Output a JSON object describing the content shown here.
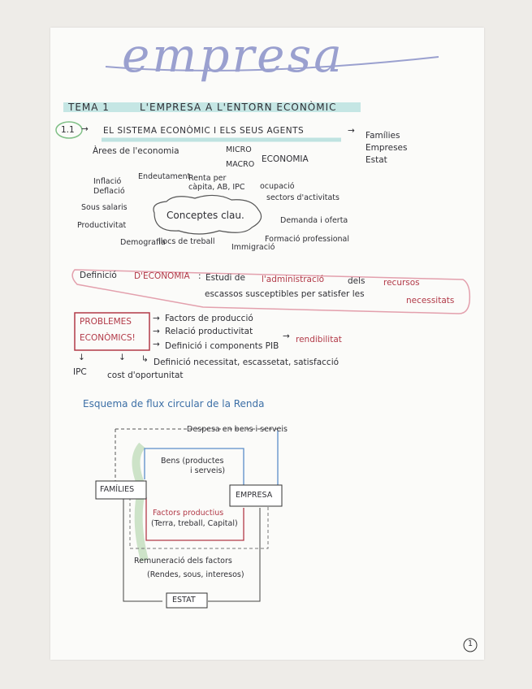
{
  "title": "empresa",
  "heading": {
    "tema": "TEMA 1",
    "text": "L'EMPRESA A L'ENTORN ECONÒMIC"
  },
  "section": {
    "num": "1.1",
    "text": "EL SISTEMA ECONÒMIC I ELS SEUS AGENTS",
    "agents": [
      "Famílies",
      "Empreses",
      "Estat"
    ]
  },
  "areas": {
    "label": "Àrees de l'economia",
    "micro": "MICRO",
    "macro": "MACRO",
    "economia": "ECONOMIA"
  },
  "concepts": {
    "center": "Conceptes clau.",
    "items": [
      "Inflació",
      "Deflació",
      "Endeutament",
      "Renta per càpita, AB, IPC",
      "ocupació",
      "sectors d'activitats",
      "Sous salaris",
      "Demanda i oferta",
      "Productivitat",
      "Formació professional",
      "Demografia",
      "llocs de treball",
      "Immigració"
    ]
  },
  "definition": {
    "label": "Definició",
    "term": "D'ECONOMIA",
    "colon": ":",
    "text_1": "Estudi de",
    "administracio": "l'administració",
    "text_2": "dels",
    "recursos": "recursos",
    "text_3": "escassos susceptibles per satisfer les",
    "necessitats": "necessitats"
  },
  "problems": {
    "label_line1": "PROBLEMES",
    "label_line2": "ECONÒMICS!",
    "items": [
      "Factors de producció",
      "Relació productivitat",
      "Definició i components PIB",
      "Definició necessitat, escassetat, satisfacció"
    ],
    "rendibilitat": "rendibilitat",
    "ipc": "IPC",
    "cost": "cost d'oportunitat"
  },
  "esquema": {
    "title": "Esquema de flux circular de la Renda",
    "despesa": "Despesa en bens i serveis",
    "bens_line1": "Bens (productes",
    "bens_line2": "i serveis)",
    "families": "FAMÍLIES",
    "empresa": "EMPRESA",
    "factors_line1": "Factors productius",
    "factors_line2": "(Terra, treball, Capital)",
    "remuneracio_line1": "Remuneració dels factors",
    "remuneracio_line2": "(Rendes, sous, interesos)",
    "estat": "ESTAT"
  },
  "page_number": "1",
  "colors": {
    "title": "#9aa0cf",
    "highlight_teal": "#bfe3e1",
    "red": "#b23a48",
    "blue": "#3c6fa6",
    "green": "#b9d8b4"
  }
}
